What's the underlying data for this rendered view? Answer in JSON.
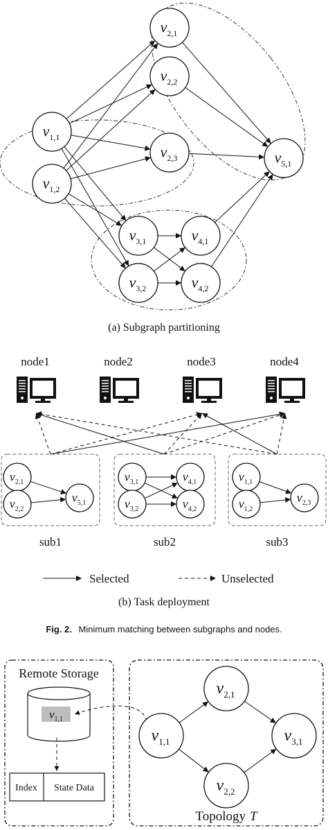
{
  "top_title_fragment": "",
  "panel_a": {
    "caption": "(a)  Subgraph partitioning",
    "nodes": [
      {
        "id": "v21",
        "base": "v",
        "sub": "2,1"
      },
      {
        "id": "v22",
        "base": "v",
        "sub": "2,2"
      },
      {
        "id": "v11",
        "base": "v",
        "sub": "1,1"
      },
      {
        "id": "v12",
        "base": "v",
        "sub": "1,2"
      },
      {
        "id": "v23",
        "base": "v",
        "sub": "2,3"
      },
      {
        "id": "v51",
        "base": "v",
        "sub": "5,1"
      },
      {
        "id": "v31",
        "base": "v",
        "sub": "3,1"
      },
      {
        "id": "v41",
        "base": "v",
        "sub": "4,1"
      },
      {
        "id": "v32",
        "base": "v",
        "sub": "3,2"
      },
      {
        "id": "v42",
        "base": "v",
        "sub": "4,2"
      }
    ]
  },
  "panel_b": {
    "caption": "(b)  Task deployment",
    "machines": [
      "node1",
      "node2",
      "node3",
      "node4"
    ],
    "subgraphs": [
      {
        "label": "sub1",
        "nodes": [
          {
            "base": "v",
            "sub": "2,1"
          },
          {
            "base": "v",
            "sub": "2,2"
          },
          {
            "base": "v",
            "sub": "5,1"
          }
        ]
      },
      {
        "label": "sub2",
        "nodes": [
          {
            "base": "v",
            "sub": "3,1"
          },
          {
            "base": "v",
            "sub": "3,2"
          },
          {
            "base": "v",
            "sub": "4,1"
          },
          {
            "base": "v",
            "sub": "4,2"
          }
        ]
      },
      {
        "label": "sub3",
        "nodes": [
          {
            "base": "v",
            "sub": "1,1"
          },
          {
            "base": "v",
            "sub": "1,2"
          },
          {
            "base": "v",
            "sub": "2,3"
          }
        ]
      }
    ],
    "legend": {
      "selected": "Selected",
      "unselected": "Unselected"
    }
  },
  "figure_caption": {
    "label": "Fig. 2.",
    "text": "Minimum matching between subgraphs and nodes."
  },
  "panel_c": {
    "remote_storage_title": "Remote Storage",
    "cache_entry": {
      "base": "v",
      "sub": "1,1"
    },
    "table_cells": [
      "Index",
      "State Data"
    ],
    "topology_label": "Topology",
    "topology_symbol": "T",
    "nodes": [
      {
        "base": "v",
        "sub": "1,1"
      },
      {
        "base": "v",
        "sub": "2,1"
      },
      {
        "base": "v",
        "sub": "2,2"
      },
      {
        "base": "v",
        "sub": "3,1"
      }
    ]
  }
}
